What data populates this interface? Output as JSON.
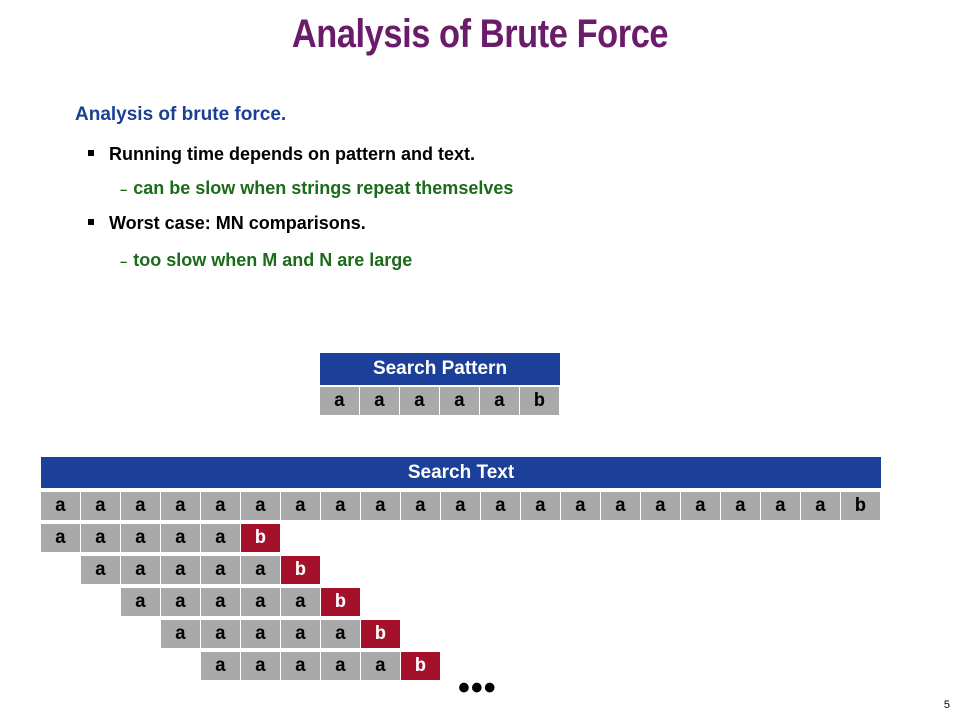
{
  "title": "Analysis of Brute Force",
  "heading": "Analysis of brute force.",
  "bullets": [
    {
      "text": "Running time depends on pattern and text.",
      "sub": "can be slow when strings repeat themselves"
    },
    {
      "text": "Worst case:  MN comparisons.",
      "sub": "too slow when M and N are large"
    }
  ],
  "pattern": {
    "label": "Search Pattern",
    "chars": [
      "a",
      "a",
      "a",
      "a",
      "a",
      "b"
    ]
  },
  "text": {
    "label": "Search Text",
    "chars": [
      "a",
      "a",
      "a",
      "a",
      "a",
      "a",
      "a",
      "a",
      "a",
      "a",
      "a",
      "a",
      "a",
      "a",
      "a",
      "a",
      "a",
      "a",
      "a",
      "a",
      "b"
    ]
  },
  "alignments": [
    {
      "chars": [
        "a",
        "a",
        "a",
        "a",
        "a",
        "b"
      ],
      "mismatch_index": 5
    },
    {
      "chars": [
        "a",
        "a",
        "a",
        "a",
        "a",
        "b"
      ],
      "mismatch_index": 5
    },
    {
      "chars": [
        "a",
        "a",
        "a",
        "a",
        "a",
        "b"
      ],
      "mismatch_index": 5
    },
    {
      "chars": [
        "a",
        "a",
        "a",
        "a",
        "a",
        "b"
      ],
      "mismatch_index": 5
    },
    {
      "chars": [
        "a",
        "a",
        "a",
        "a",
        "a",
        "b"
      ],
      "mismatch_index": 5
    }
  ],
  "ellipsis": "•••",
  "colors": {
    "title": "#6a1b6a",
    "heading": "#1c3f94",
    "sub": "#1b6b1b",
    "header_bar": "#1c3f9a",
    "cell": "#a9a9a9",
    "mismatch_cell": "#a5102a"
  },
  "page_number": "5"
}
